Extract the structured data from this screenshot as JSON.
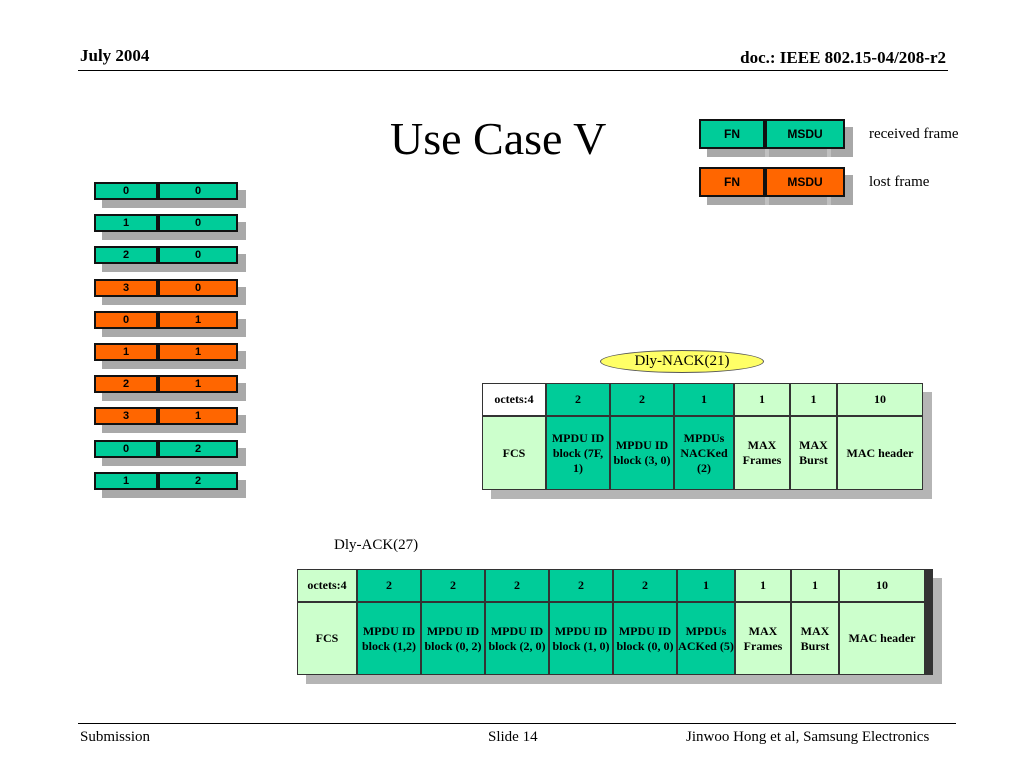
{
  "header": {
    "date": "July 2004",
    "doc": "doc.: IEEE 802.15-04/208-r2"
  },
  "title": "Use Case V",
  "legend": [
    {
      "fn": "FN",
      "msdu": "MSDU",
      "label": "received frame",
      "color": "#00cc99"
    },
    {
      "fn": "FN",
      "msdu": "MSDU",
      "label": "lost frame",
      "color": "#ff6600"
    }
  ],
  "sequence": [
    {
      "a": "0",
      "b": "0",
      "status": "received"
    },
    {
      "a": "1",
      "b": "0",
      "status": "received"
    },
    {
      "a": "2",
      "b": "0",
      "status": "received"
    },
    {
      "a": "3",
      "b": "0",
      "status": "lost"
    },
    {
      "a": "0",
      "b": "1",
      "status": "lost"
    },
    {
      "a": "1",
      "b": "1",
      "status": "lost"
    },
    {
      "a": "2",
      "b": "1",
      "status": "lost"
    },
    {
      "a": "3",
      "b": "1",
      "status": "lost"
    },
    {
      "a": "0",
      "b": "2",
      "status": "received"
    },
    {
      "a": "1",
      "b": "2",
      "status": "received"
    }
  ],
  "nack": {
    "label": "Dly-NACK(21)",
    "octets": [
      "octets:4",
      "2",
      "2",
      "1",
      "1",
      "1",
      "10"
    ],
    "fields": [
      "FCS",
      "MPDU ID block (7F, 1)",
      "MPDU ID block (3, 0)",
      "MPDUs NACKed (2)",
      "MAX Frames",
      "MAX Burst",
      "MAC header"
    ]
  },
  "ack": {
    "label": "Dly-ACK(27)",
    "octets": [
      "octets:4",
      "2",
      "2",
      "2",
      "2",
      "2",
      "1",
      "1",
      "1",
      "10"
    ],
    "fields": [
      "FCS",
      "MPDU ID block (1,2)",
      "MPDU ID block (0, 2)",
      "MPDU ID block (2, 0)",
      "MPDU ID block (1, 0)",
      "MPDU ID block (0, 0)",
      "MPDUs ACKed (5)",
      "MAX Frames",
      "MAX Burst",
      "MAC header"
    ]
  },
  "footer": {
    "left": "Submission",
    "center": "Slide 14",
    "right": "Jinwoo Hong et al, Samsung Electronics"
  }
}
